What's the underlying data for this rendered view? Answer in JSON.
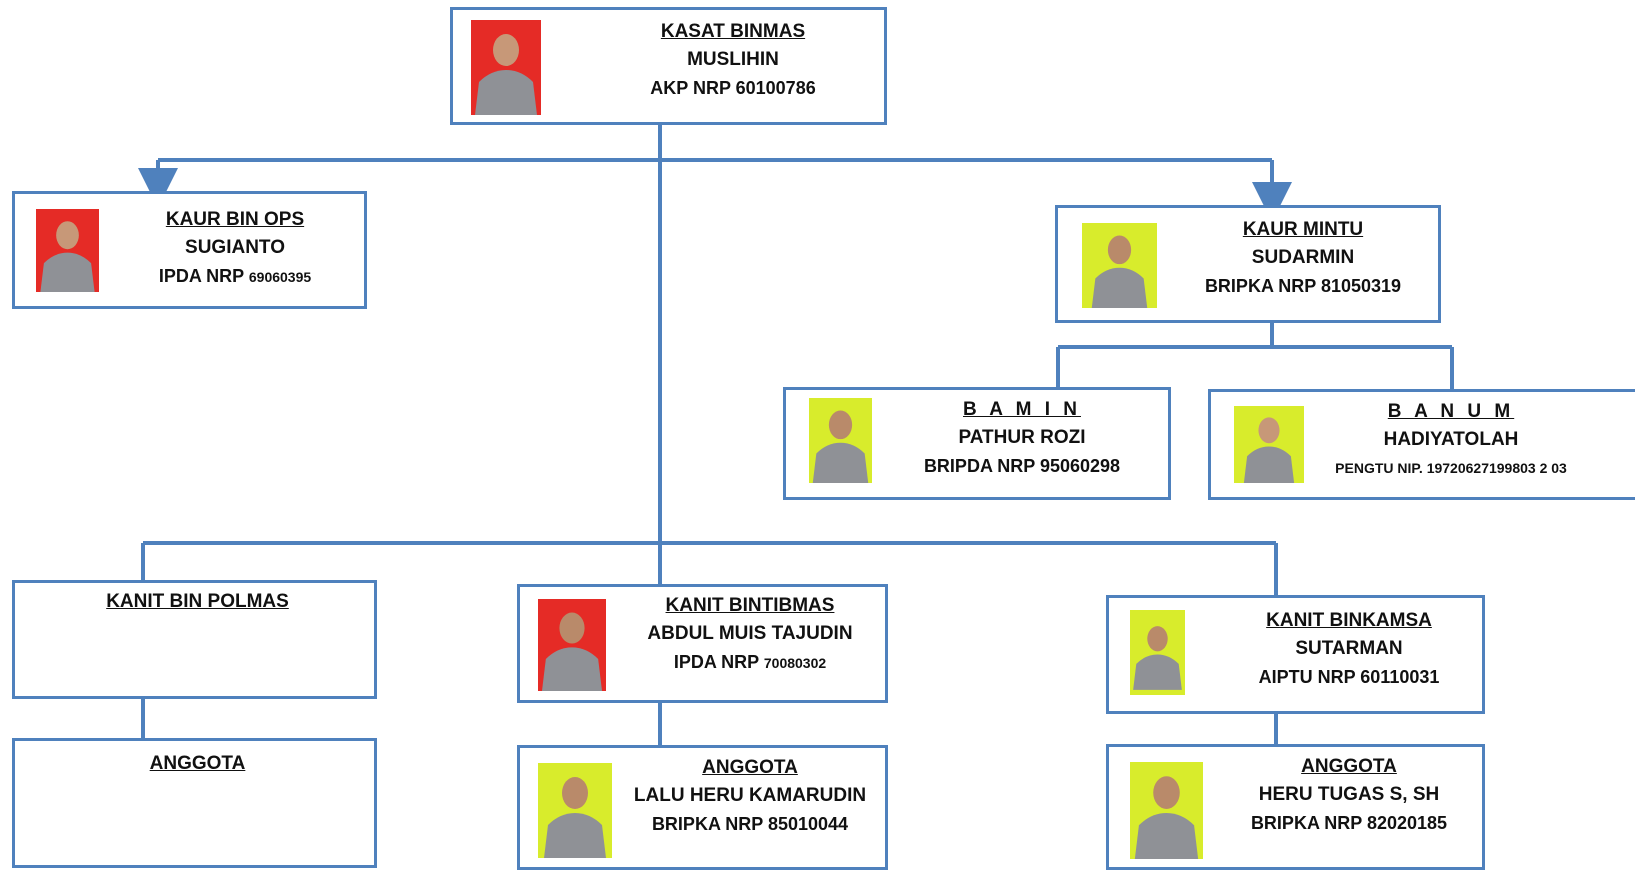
{
  "nodes": {
    "kasat": {
      "title": "KASAT BINMAS",
      "name": "MUSLIHIN",
      "rank": "AKP NRP 60100786"
    },
    "kaur_ops": {
      "title": "KAUR BIN OPS",
      "name": "SUGIANTO",
      "rank": "IPDA NRP",
      "nrp": "69060395"
    },
    "kaur_mintu": {
      "title": "KAUR MINTU",
      "name": "SUDARMIN",
      "rank": "BRIPKA NRP 81050319"
    },
    "bamin": {
      "title": "B A M I N",
      "name": "PATHUR ROZI",
      "rank": "BRIPDA NRP 95060298"
    },
    "banum": {
      "title": "B A N U M",
      "name": "HADIYATOLAH",
      "rank": "PENGTU  NIP. 19720627199803 2 03"
    },
    "kanit_polmas": {
      "title": "KANIT BIN POLMAS"
    },
    "anggota_polmas": {
      "title": "ANGGOTA"
    },
    "kanit_bintibmas": {
      "title": "KANIT BINTIBMAS",
      "name": "ABDUL MUIS TAJUDIN",
      "rank": "IPDA NRP",
      "nrp": "70080302"
    },
    "anggota_bintibmas": {
      "title": "ANGGOTA",
      "name": "LALU HERU KAMARUDIN",
      "rank": "BRIPKA NRP 85010044"
    },
    "kanit_binkamsa": {
      "title": "KANIT BINKAMSA",
      "name": "SUTARMAN",
      "rank": "AIPTU NRP 60110031"
    },
    "anggota_binkamsa": {
      "title": "ANGGOTA",
      "name": "HERU TUGAS S, SH",
      "rank": "BRIPKA NRP 82020185"
    }
  },
  "colors": {
    "border": "#4f81bd",
    "photo_red": "#e52b26",
    "photo_yellow": "#d8ec2c",
    "uniform": "#8f9196"
  }
}
